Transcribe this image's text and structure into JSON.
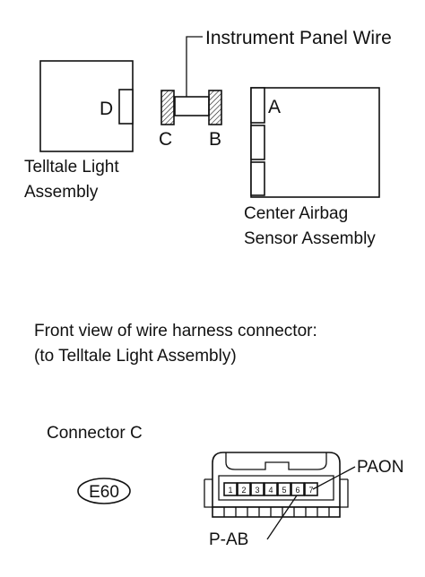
{
  "top_diagram": {
    "wire_label": "Instrument Panel Wire",
    "telltale_label_line1": "Telltale Light",
    "telltale_label_line2": "Assembly",
    "airbag_label_line1": "Center Airbag",
    "airbag_label_line2": "Sensor Assembly",
    "connector_letters": {
      "d": "D",
      "c": "C",
      "b": "B",
      "a": "A"
    }
  },
  "front_view": {
    "title_line1": "Front view of wire harness connector:",
    "title_line2": "(to Telltale Light Assembly)"
  },
  "connector": {
    "title": "Connector C",
    "code": "E60",
    "pins": [
      "1",
      "2",
      "3",
      "4",
      "5",
      "6",
      "7"
    ],
    "callout_right": "PAON",
    "callout_bottom": "P-AB"
  }
}
